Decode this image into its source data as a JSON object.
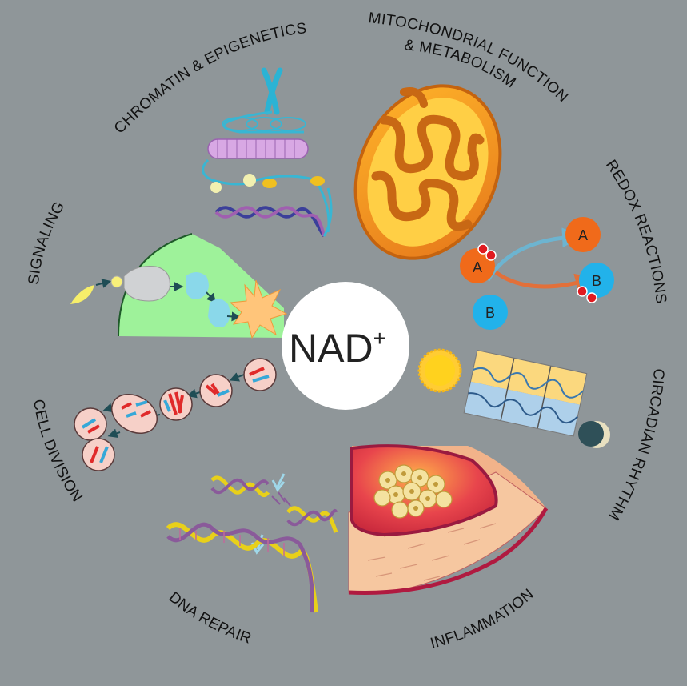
{
  "center": {
    "main": "NAD",
    "sup": "+"
  },
  "topics": [
    {
      "label": "CHROMATIN & EPIGENETICS"
    },
    {
      "label": "MITOCHONDRIAL FUNCTION"
    },
    {
      "label": "& METABOLISM"
    },
    {
      "label": "REDOX REACTIONS"
    },
    {
      "label": "CIRCADIAN RHYTHM"
    },
    {
      "label": "INFLAMMATION"
    },
    {
      "label": "DNA REPAIR"
    },
    {
      "label": "CELL DIVISION"
    },
    {
      "label": "SIGNALING"
    }
  ],
  "redox": {
    "a": "A",
    "b": "B"
  },
  "colors": {
    "background": "#8f9699",
    "signaling_cell": "#9ef29a",
    "mito_outer": "#f0a21e",
    "mito_inner": "#ffd34d",
    "redox_a": "#f06a1a",
    "redox_b": "#22b2ea",
    "sun": "#ffd21e"
  }
}
